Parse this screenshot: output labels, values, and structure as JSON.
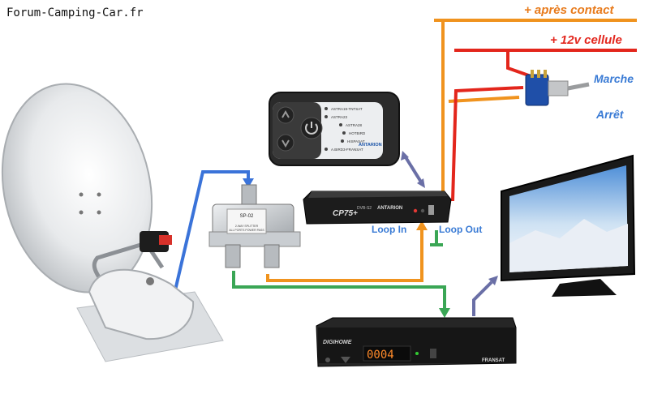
{
  "site": {
    "title": "Forum-Camping-Car.fr"
  },
  "labels": {
    "apres_contact": "+ après contact",
    "cellule": "+ 12v cellule",
    "marche": "Marche",
    "arret": "Arrêt",
    "loop_in": "Loop In",
    "loop_out": "Loop Out"
  },
  "remote": {
    "satellites": [
      "ASTRA19-TNTSAT",
      "ASTRA23",
      "ASTRA28",
      "HOTBIRD",
      "HISPASAT",
      "A.BIRD3-FRANSAT"
    ],
    "brand": "ANTARION"
  },
  "controller": {
    "model": "CP75+",
    "sub": "DVB-S2",
    "brand": "ANTARION"
  },
  "splitter": {
    "model": "SP-02",
    "desc1": "2-WAY SPLITTER",
    "desc2": "ALL PORTS POWER PASS"
  },
  "receiver": {
    "brand": "DIGIHOME",
    "display": "0004",
    "badge": "FRANSAT"
  },
  "colors": {
    "orange": "#f0931e",
    "red": "#e3261c",
    "blue": "#3a73d9",
    "green": "#3aa655",
    "purple": "#6a6fa6"
  }
}
